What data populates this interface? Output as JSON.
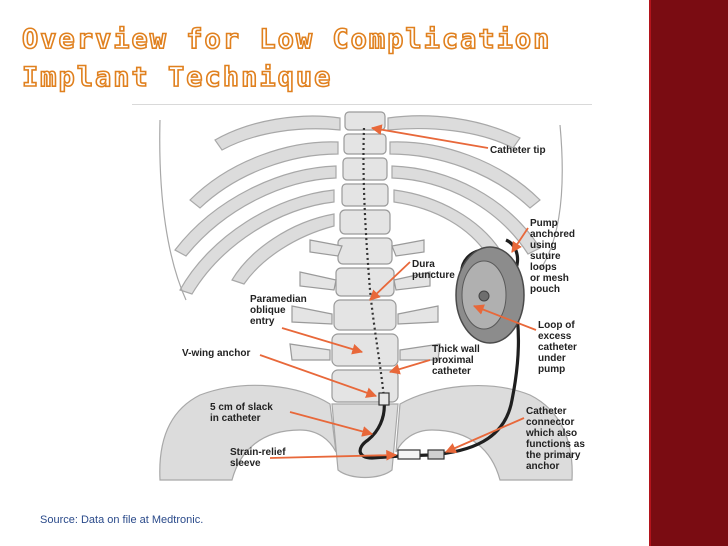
{
  "title": {
    "line1": "Overview for Low Complication",
    "line2": "Implant Technique"
  },
  "labels": {
    "catheter_tip": "Catheter tip",
    "pump_1": "Pump",
    "pump_2": "anchored",
    "pump_3": "using",
    "pump_4": "suture",
    "pump_5": "loops",
    "pump_6": "or mesh",
    "pump_7": "pouch",
    "dura_1": "Dura",
    "dura_2": "puncture",
    "param_1": "Paramedian",
    "param_2": "oblique",
    "param_3": "entry",
    "loop_1": "Loop of",
    "loop_2": "excess",
    "loop_3": "catheter",
    "loop_4": "under",
    "loop_5": "pump",
    "vwing": "V-wing anchor",
    "thick_1": "Thick wall",
    "thick_2": "proximal",
    "thick_3": "catheter",
    "slack_1": "5 cm of slack",
    "slack_2": "in catheter",
    "conn_1": "Catheter",
    "conn_2": "connector",
    "conn_3": "which also",
    "conn_4": "functions as",
    "conn_5": "the primary",
    "conn_6": "anchor",
    "strain_1": "Strain-relief",
    "strain_2": "sleeve"
  },
  "source": "Source:  Data on file at Medtronic.",
  "colors": {
    "accent_bar": "#7a0c12",
    "title_outline": "#e0801e",
    "arrow": "#e8683a",
    "bone_fill": "#dcdcdc",
    "bone_stroke": "#a8a8a8",
    "source_text": "#2a4a8a"
  }
}
